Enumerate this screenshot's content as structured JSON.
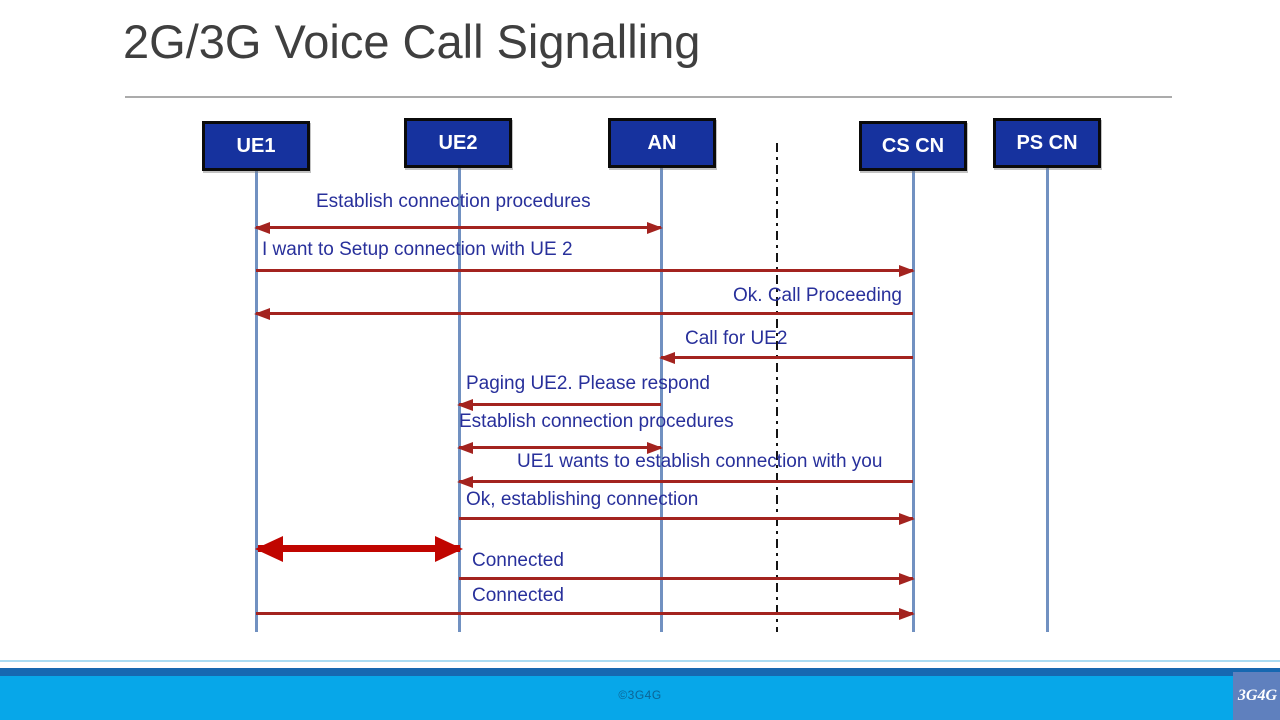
{
  "title": "2G/3G Voice Call Signalling",
  "actors": [
    {
      "id": "ue1",
      "label": "UE1"
    },
    {
      "id": "ue2",
      "label": "UE2"
    },
    {
      "id": "an",
      "label": "AN"
    },
    {
      "id": "cscn",
      "label": "CS CN"
    },
    {
      "id": "pscn",
      "label": "PS CN"
    }
  ],
  "boundary": {
    "between": [
      "AN",
      "CS CN"
    ],
    "style": "dash-dot"
  },
  "messages": [
    {
      "label": "Establish connection procedures",
      "from": "UE1",
      "to": "AN",
      "direction": "both"
    },
    {
      "label": "I want to Setup connection with UE 2",
      "from": "UE1",
      "to": "CS CN",
      "direction": "right"
    },
    {
      "label": "Ok. Call Proceeding",
      "from": "CS CN",
      "to": "UE1",
      "direction": "left"
    },
    {
      "label": "Call for UE2",
      "from": "CS CN",
      "to": "AN",
      "direction": "left"
    },
    {
      "label": "Paging UE2. Please respond",
      "from": "AN",
      "to": "UE2",
      "direction": "left"
    },
    {
      "label": "Establish connection procedures",
      "from": "UE2",
      "to": "AN",
      "direction": "both"
    },
    {
      "label": "UE1 wants to establish connection with you",
      "from": "CS CN",
      "to": "UE2",
      "direction": "left"
    },
    {
      "label": "Ok, establishing connection",
      "from": "UE2",
      "to": "CS CN",
      "direction": "right"
    },
    {
      "label": "",
      "from": "UE1",
      "to": "UE2",
      "direction": "both",
      "style": "thick"
    },
    {
      "label": "Connected",
      "from": "UE2",
      "to": "CS CN",
      "direction": "right"
    },
    {
      "label": "Connected",
      "from": "UE1",
      "to": "CS CN",
      "direction": "right"
    }
  ],
  "footer": {
    "copyright": "©3G4G",
    "logo": "3G4G"
  },
  "colors": {
    "box_fill": "#16329E",
    "arrow": "#A3231F",
    "thick_arrow": "#C00500",
    "label_text": "#28309B",
    "lifeline": "#7191C1",
    "footer_bar": "#07A7E9",
    "footer_stripe": "#1668B1",
    "logo_bg": "#5F80BE",
    "title_text": "#3F3F3F"
  }
}
